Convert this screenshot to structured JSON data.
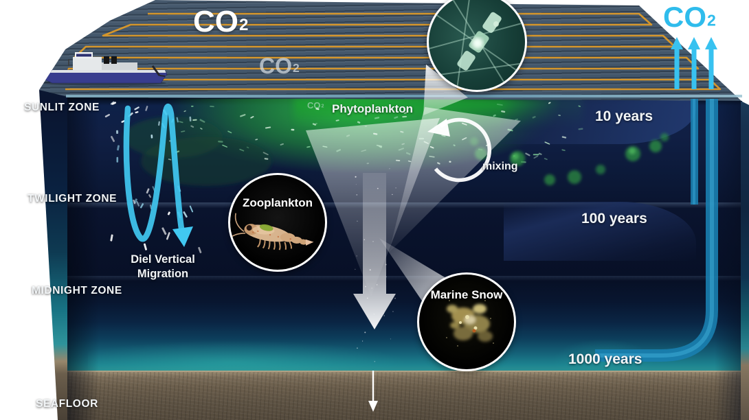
{
  "surface": {
    "co2_primary": {
      "main": "CO",
      "sub": "2"
    },
    "co2_secondary": {
      "main": "CO",
      "sub": "2"
    }
  },
  "atmosphere": {
    "co2_release": {
      "main": "CO",
      "sub": "2"
    }
  },
  "zones": {
    "sunlit": "SUNLIT ZONE",
    "twilight": "TWILIGHT ZONE",
    "midnight": "MIDNIGHT ZONE",
    "seafloor": "SEAFLOOR"
  },
  "bloom": {
    "label": "Phytoplankton",
    "co2_tag": {
      "main": "CO",
      "sub": "2"
    }
  },
  "insets": {
    "zooplankton_label": "Zooplankton",
    "marine_snow_label": "Marine Snow"
  },
  "processes": {
    "mixing_label": "mixing",
    "dvm_label": "Diel Vertical Migration"
  },
  "timescales": {
    "surface_return": "10 years",
    "mid_return": "100 years",
    "deep_return": "1000 years"
  },
  "colors": {
    "co2_cyan": "#2fbcec",
    "survey_track_orange": "#dd9a28",
    "dvm_cyan": "#41c8f1",
    "band_navy": "#1b2c57",
    "bloom_green": "#27a33b",
    "seafloor_brown": "#6b5d4b"
  }
}
